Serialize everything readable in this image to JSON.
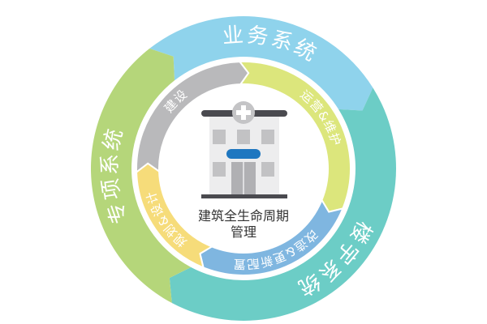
{
  "outer_ring": [
    {
      "label": "业务系统",
      "color": "#8fd3ec"
    },
    {
      "label": "楼宇系统",
      "color": "#6ccdc6"
    },
    {
      "label": "专项系统",
      "color": "#b5d67a"
    }
  ],
  "inner_ring": [
    {
      "label": "建设",
      "color": "#b9b9bb"
    },
    {
      "label": "运营&维护",
      "color": "#dce67c"
    },
    {
      "label": "改造&更新配置",
      "color": "#7fb6e0"
    },
    {
      "label": "规划&设计",
      "color": "#f6dc7a"
    }
  ],
  "center": {
    "icon": "hospital-building-icon",
    "line1": "建筑全生命周期",
    "line2": "管理"
  }
}
